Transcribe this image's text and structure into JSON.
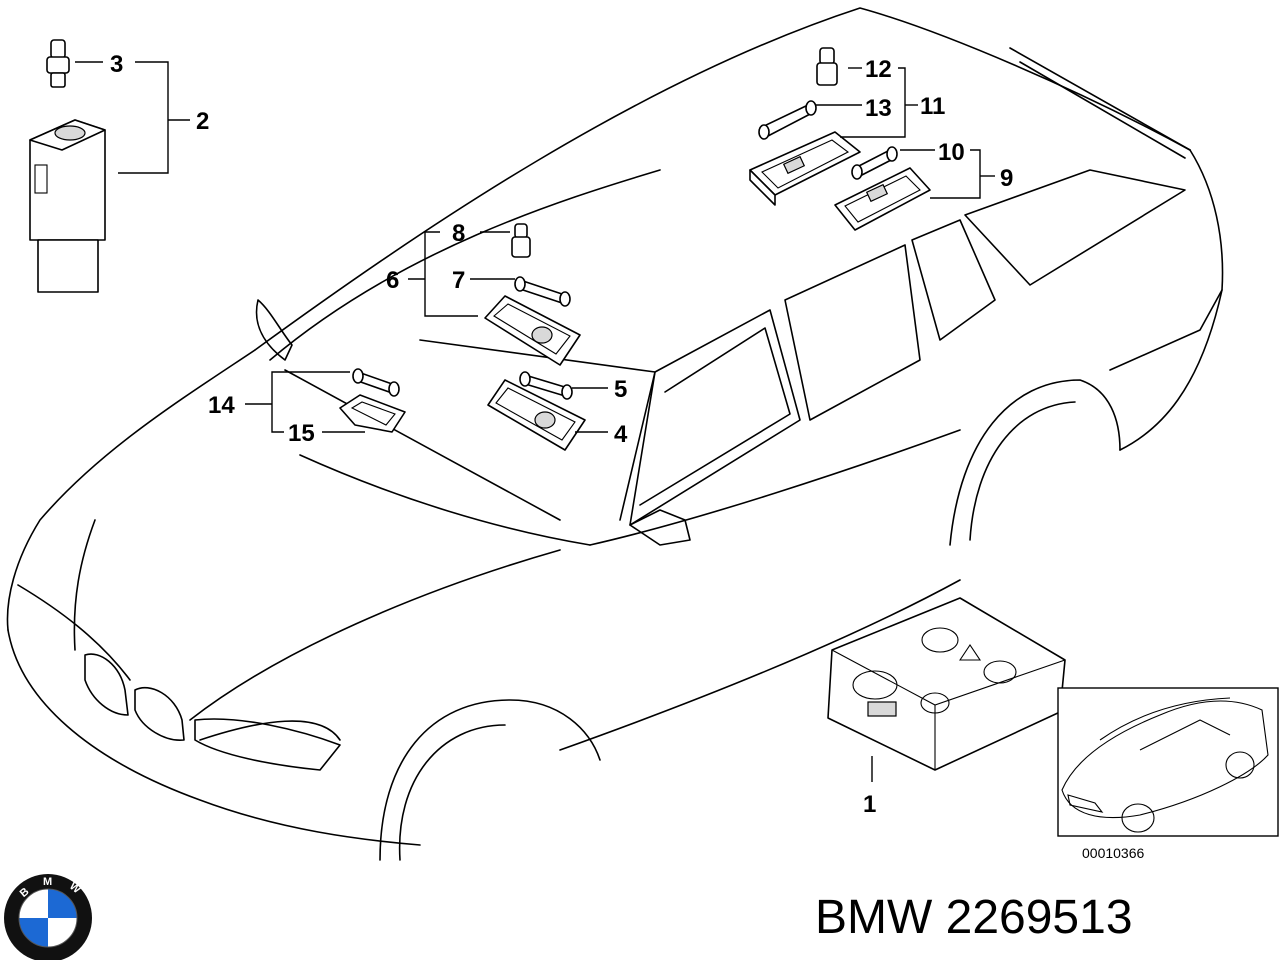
{
  "callouts": [
    "1",
    "2",
    "3",
    "4",
    "5",
    "6",
    "7",
    "8",
    "9",
    "10",
    "11",
    "12",
    "13",
    "14",
    "15"
  ],
  "reference_code": "00010366",
  "brand_caption": "BMW 2269513",
  "logo": {
    "letters": [
      "B",
      "M",
      "W"
    ],
    "colors": {
      "ring": "#111111",
      "blue": "#1c69d4",
      "white": "#ffffff"
    }
  }
}
